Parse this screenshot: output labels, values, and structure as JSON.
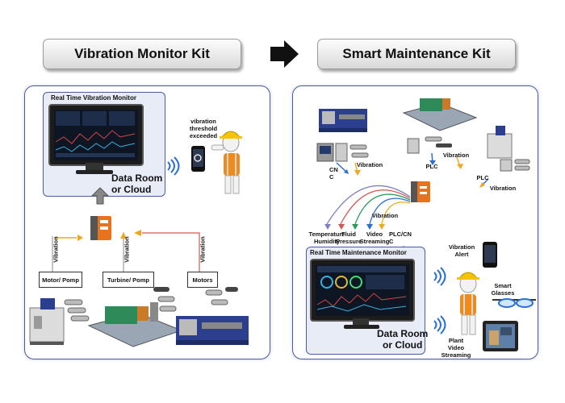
{
  "left": {
    "title": "Vibration Monitor Kit",
    "monitor_title": "Real Time Vibration Monitor",
    "data_room": "Data Room\nor Cloud",
    "alert": "vibration\nthreshold\nexceeded",
    "vibration_label": "Vibration",
    "machines": [
      "Motor/ Pomp",
      "Turbine/ Pomp",
      "Motors"
    ]
  },
  "right": {
    "title": "Smart Maintenance Kit",
    "monitor_title": "Real Time Maintenance Monitor",
    "data_room": "Data Room\nor Cloud",
    "labels": {
      "cnc": "CN\nC",
      "vibration": "Vibration",
      "plc": "PLC",
      "sensors": [
        "Temperature\nHumidity",
        "Fluid\nPressure",
        "Video\nStreaming",
        "PLC/CN\nC\nInterface"
      ],
      "vibration_alert": "Vibration\nAlert",
      "smart_glasses": "Smart\nGlasses",
      "plant_video": "Plant\nVideo\nStreaming"
    }
  },
  "colors": {
    "panel_border": "#4a5aa8",
    "arrow_orange": "#f2a81d",
    "line_red": "#d9534f",
    "wifi_blue": "#2a6fd6",
    "machine_blue": "#2c3f8f",
    "orange_device": "#e8731c"
  },
  "icons": [
    "arrow-right-icon",
    "wifi-icon",
    "worker-icon",
    "phone-icon",
    "glasses-icon",
    "tablet-icon",
    "sensor-icon",
    "machine-icon"
  ]
}
